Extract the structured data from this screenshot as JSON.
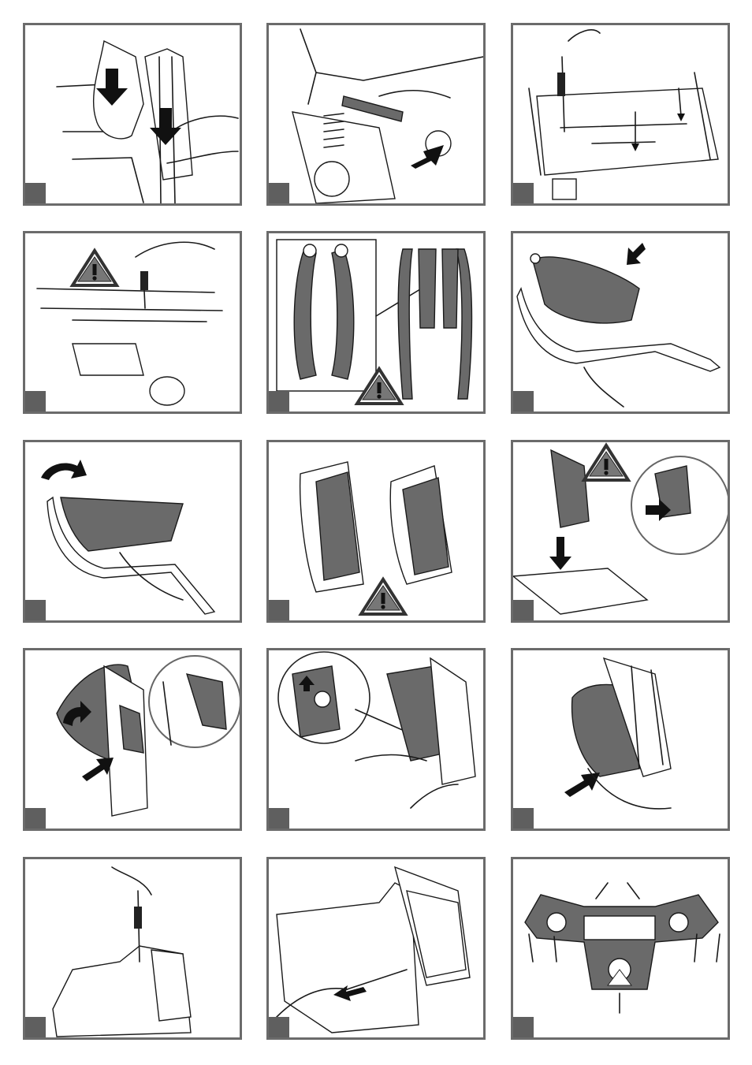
{
  "page": {
    "background": "#ffffff",
    "frame_color": "#6b6b6b",
    "badge_color": "#5f5f5f"
  },
  "panels": [
    {
      "id": 1,
      "icons": [
        "hand-icon",
        "push-down-arrow-icon"
      ]
    },
    {
      "id": 2,
      "icons": [
        "axle-icon",
        "spring-icon",
        "push-arrow-icon"
      ]
    },
    {
      "id": 3,
      "icons": [
        "screwdriver-icon",
        "pointer-arrow-icon"
      ]
    },
    {
      "id": 4,
      "icons": [
        "warning-icon",
        "screwdriver-icon"
      ]
    },
    {
      "id": 5,
      "icons": [
        "grille-icon",
        "frame-bar-icon",
        "warning-icon"
      ]
    },
    {
      "id": 6,
      "icons": [
        "grille-icon",
        "push-down-arrow-icon"
      ]
    },
    {
      "id": 7,
      "icons": [
        "rotate-arrow-icon",
        "grille-icon"
      ]
    },
    {
      "id": 8,
      "icons": [
        "grille-icon",
        "warning-icon"
      ]
    },
    {
      "id": 9,
      "icons": [
        "grille-icon",
        "warning-icon",
        "push-arrow-icon",
        "zoom-detail-icon"
      ]
    },
    {
      "id": 10,
      "icons": [
        "rotate-arrow-icon",
        "push-arrow-icon",
        "zoom-detail-icon"
      ]
    },
    {
      "id": 11,
      "icons": [
        "zoom-detail-icon",
        "up-arrow-icon"
      ]
    },
    {
      "id": 12,
      "icons": [
        "push-arrow-icon"
      ]
    },
    {
      "id": 13,
      "icons": [
        "screwdriver-icon"
      ]
    },
    {
      "id": 14,
      "icons": [
        "screwdriver-icon",
        "pull-arrow-icon"
      ]
    },
    {
      "id": 15,
      "icons": [
        "dashboard-icon",
        "pointer-arrow-icon"
      ]
    }
  ]
}
